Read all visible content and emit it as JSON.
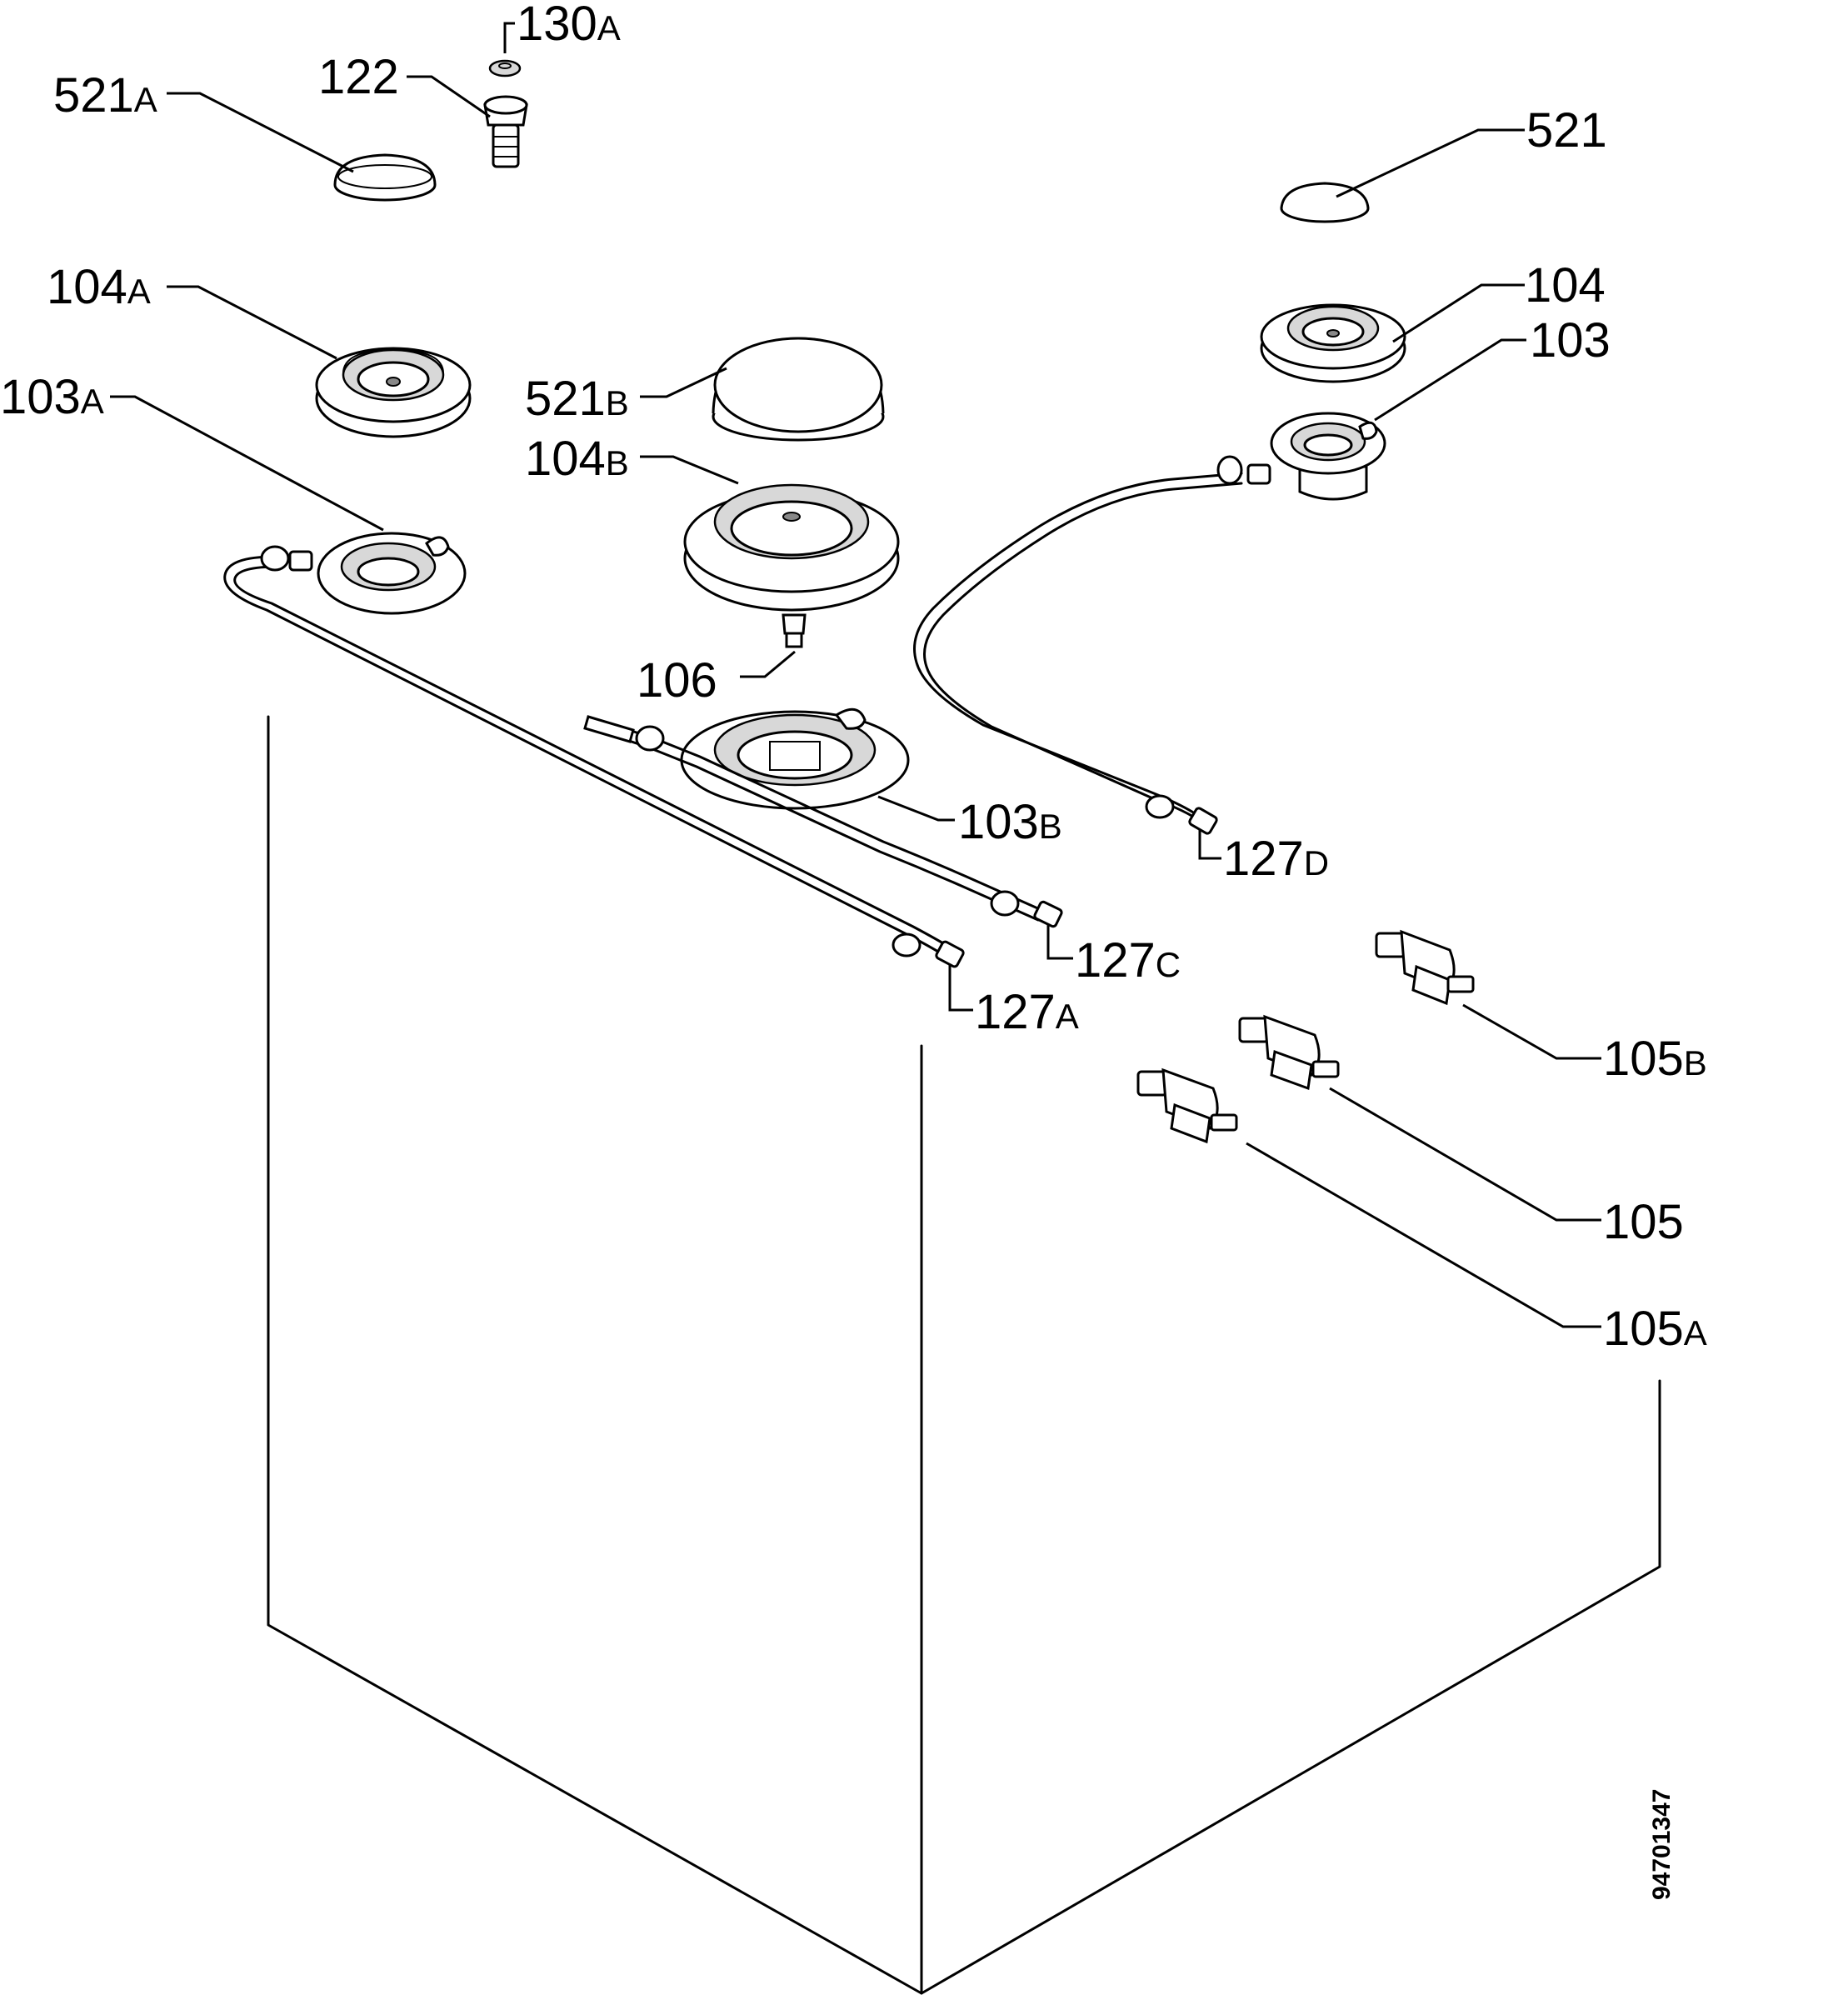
{
  "labels": {
    "l130a": {
      "num": "130",
      "suf": "A"
    },
    "l122": {
      "num": "122",
      "suf": ""
    },
    "l521a": {
      "num": "521",
      "suf": "A"
    },
    "l521": {
      "num": "521",
      "suf": ""
    },
    "l104a": {
      "num": "104",
      "suf": "A"
    },
    "l104": {
      "num": "104",
      "suf": ""
    },
    "l103": {
      "num": "103",
      "suf": ""
    },
    "l103a": {
      "num": "103",
      "suf": "A"
    },
    "l521b": {
      "num": "521",
      "suf": "B"
    },
    "l104b": {
      "num": "104",
      "suf": "B"
    },
    "l106": {
      "num": "106",
      "suf": ""
    },
    "l103b": {
      "num": "103",
      "suf": "B"
    },
    "l127d": {
      "num": "127",
      "suf": "D"
    },
    "l127c": {
      "num": "127",
      "suf": "C"
    },
    "l127a": {
      "num": "127",
      "suf": "A"
    },
    "l105b": {
      "num": "105",
      "suf": "B"
    },
    "l105": {
      "num": "105",
      "suf": ""
    },
    "l105a": {
      "num": "105",
      "suf": "A"
    }
  },
  "document_number": "94701347"
}
